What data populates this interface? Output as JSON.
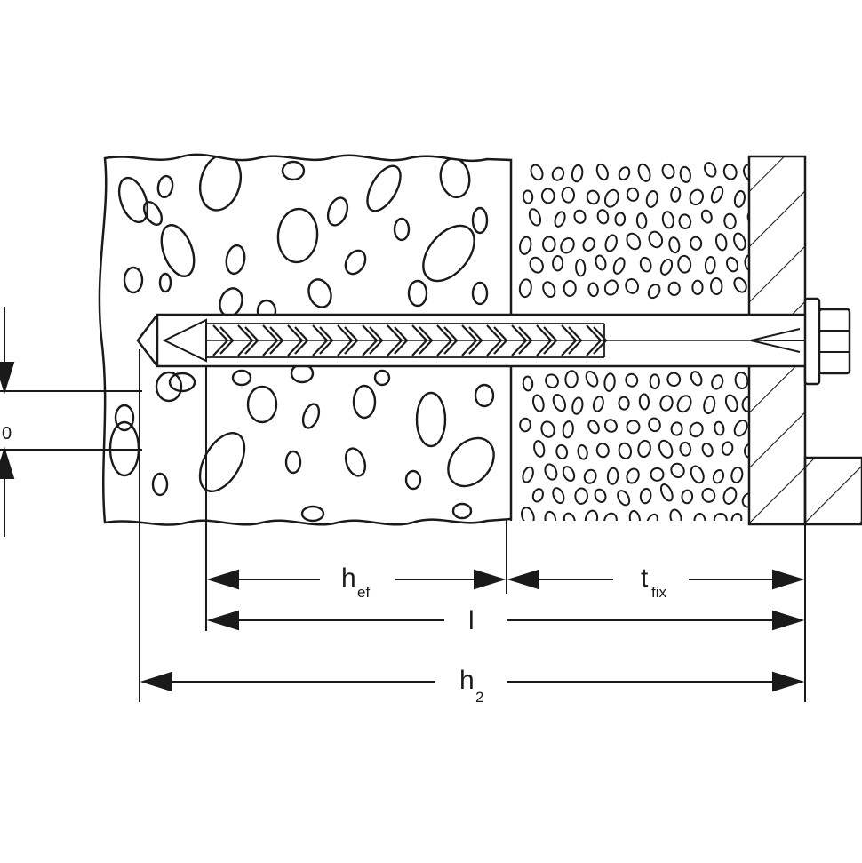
{
  "labels": {
    "h_ef": {
      "main": "h",
      "sub": "ef"
    },
    "t_fix": {
      "main": "t",
      "sub": "fix"
    },
    "l": {
      "main": "l",
      "sub": ""
    },
    "h_2": {
      "main": "h",
      "sub": "2"
    },
    "d_0": {
      "main": "",
      "sub": "0"
    }
  },
  "colors": {
    "line": "#1a1a1a",
    "background": "#ffffff"
  }
}
